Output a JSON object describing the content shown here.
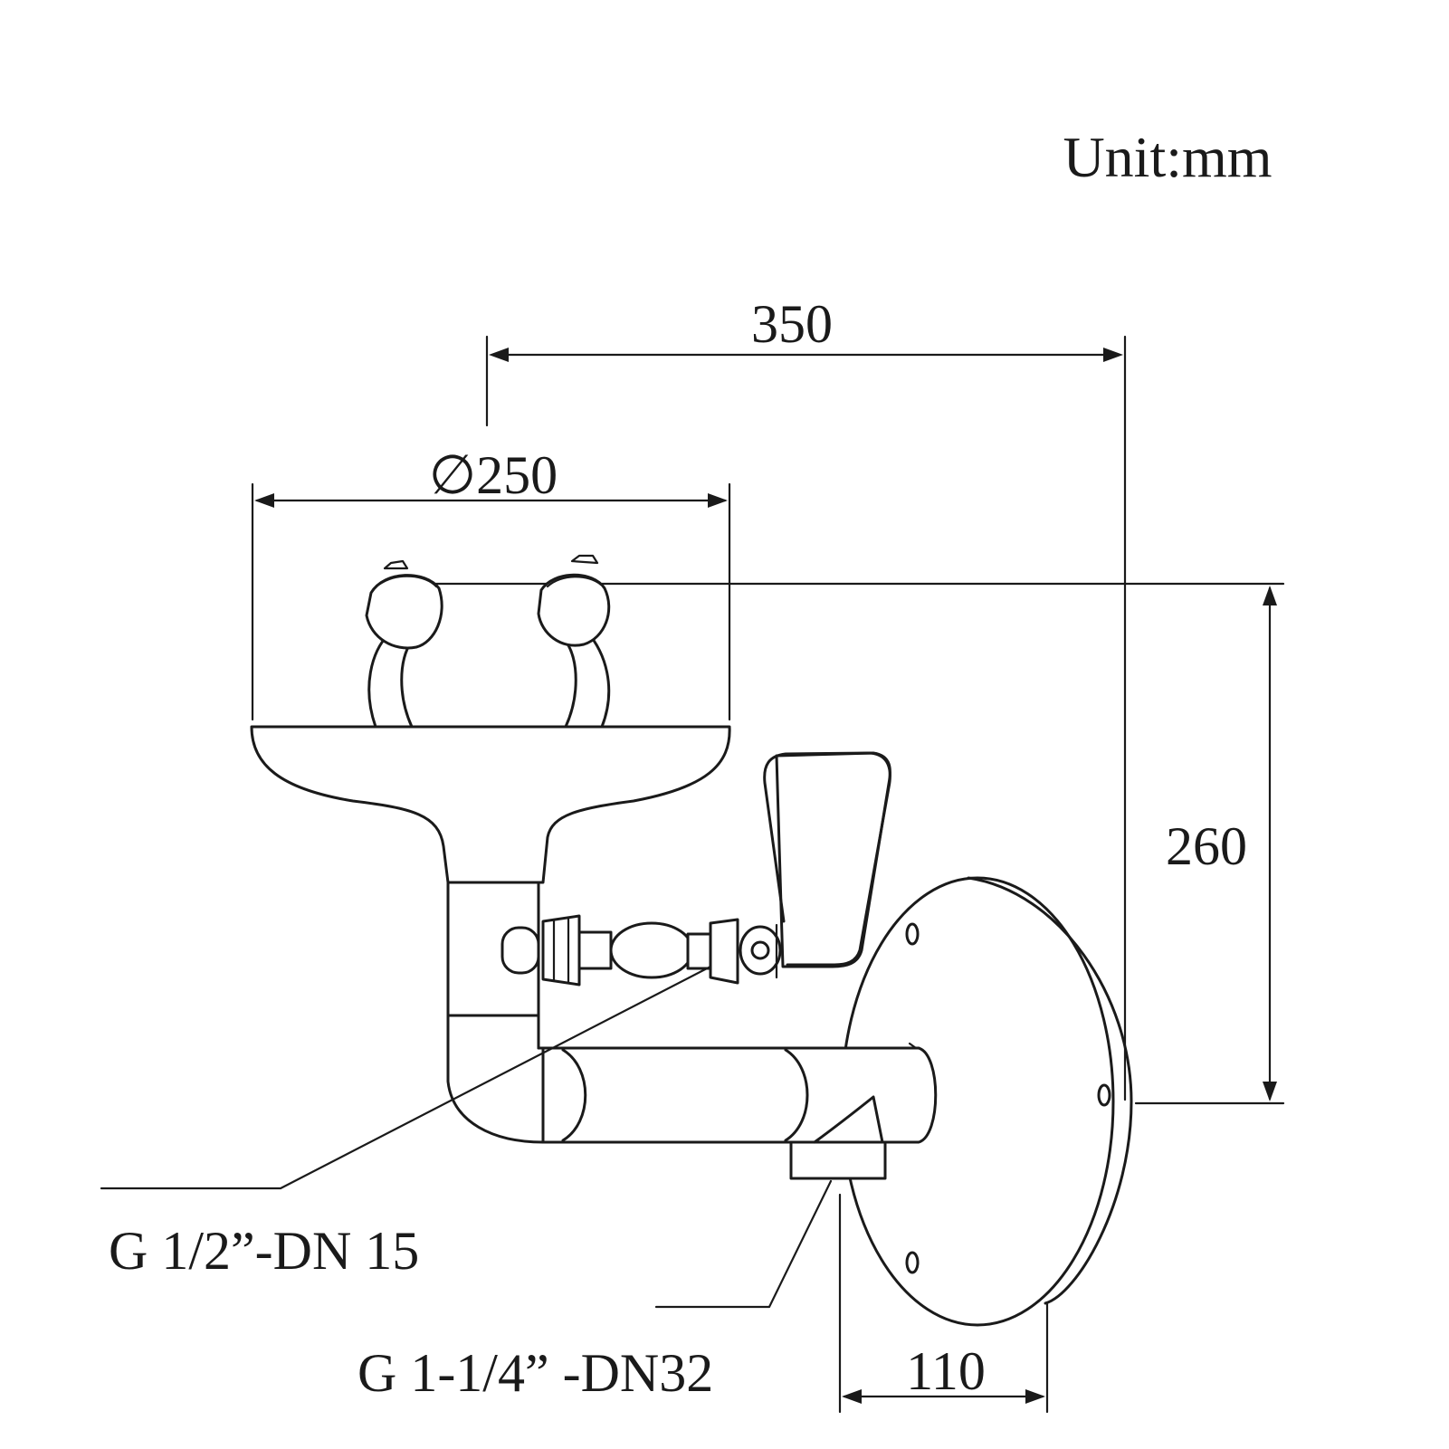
{
  "unit_label": "Unit:mm",
  "dimensions": {
    "overall_width": "350",
    "bowl_diameter": "∅250",
    "overall_height": "260",
    "mount_depth": "110"
  },
  "callouts": {
    "inlet_small": "G 1/2”-DN 15",
    "outlet_large": "G 1-1/4” -DN32"
  },
  "colors": {
    "line": "#1a1a1a",
    "background": "#ffffff"
  }
}
